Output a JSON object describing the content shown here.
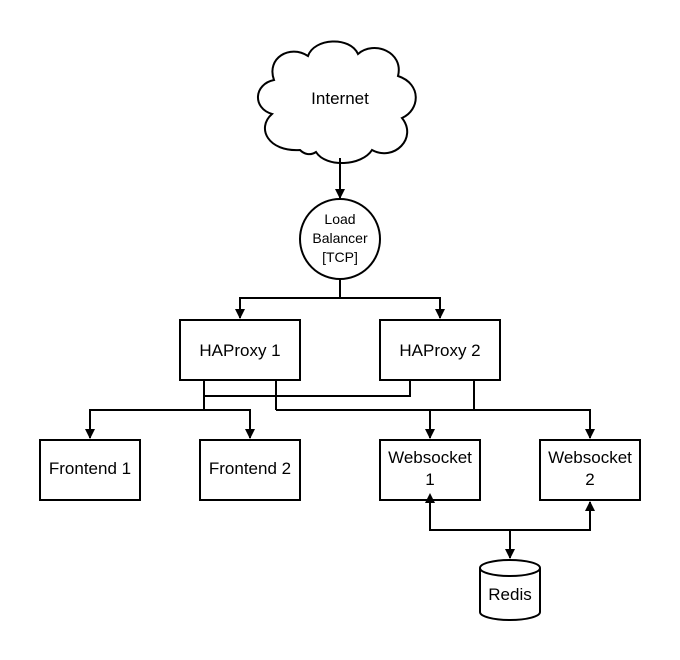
{
  "nodes": {
    "internet": "Internet",
    "load_balancer": [
      "Load",
      "Balancer",
      "[TCP]"
    ],
    "haproxy1": "HAProxy 1",
    "haproxy2": "HAProxy 2",
    "frontend1": "Frontend 1",
    "frontend2": "Frontend 2",
    "websocket1": [
      "Websocket",
      "1"
    ],
    "websocket2": [
      "Websocket",
      "2"
    ],
    "redis": "Redis"
  }
}
